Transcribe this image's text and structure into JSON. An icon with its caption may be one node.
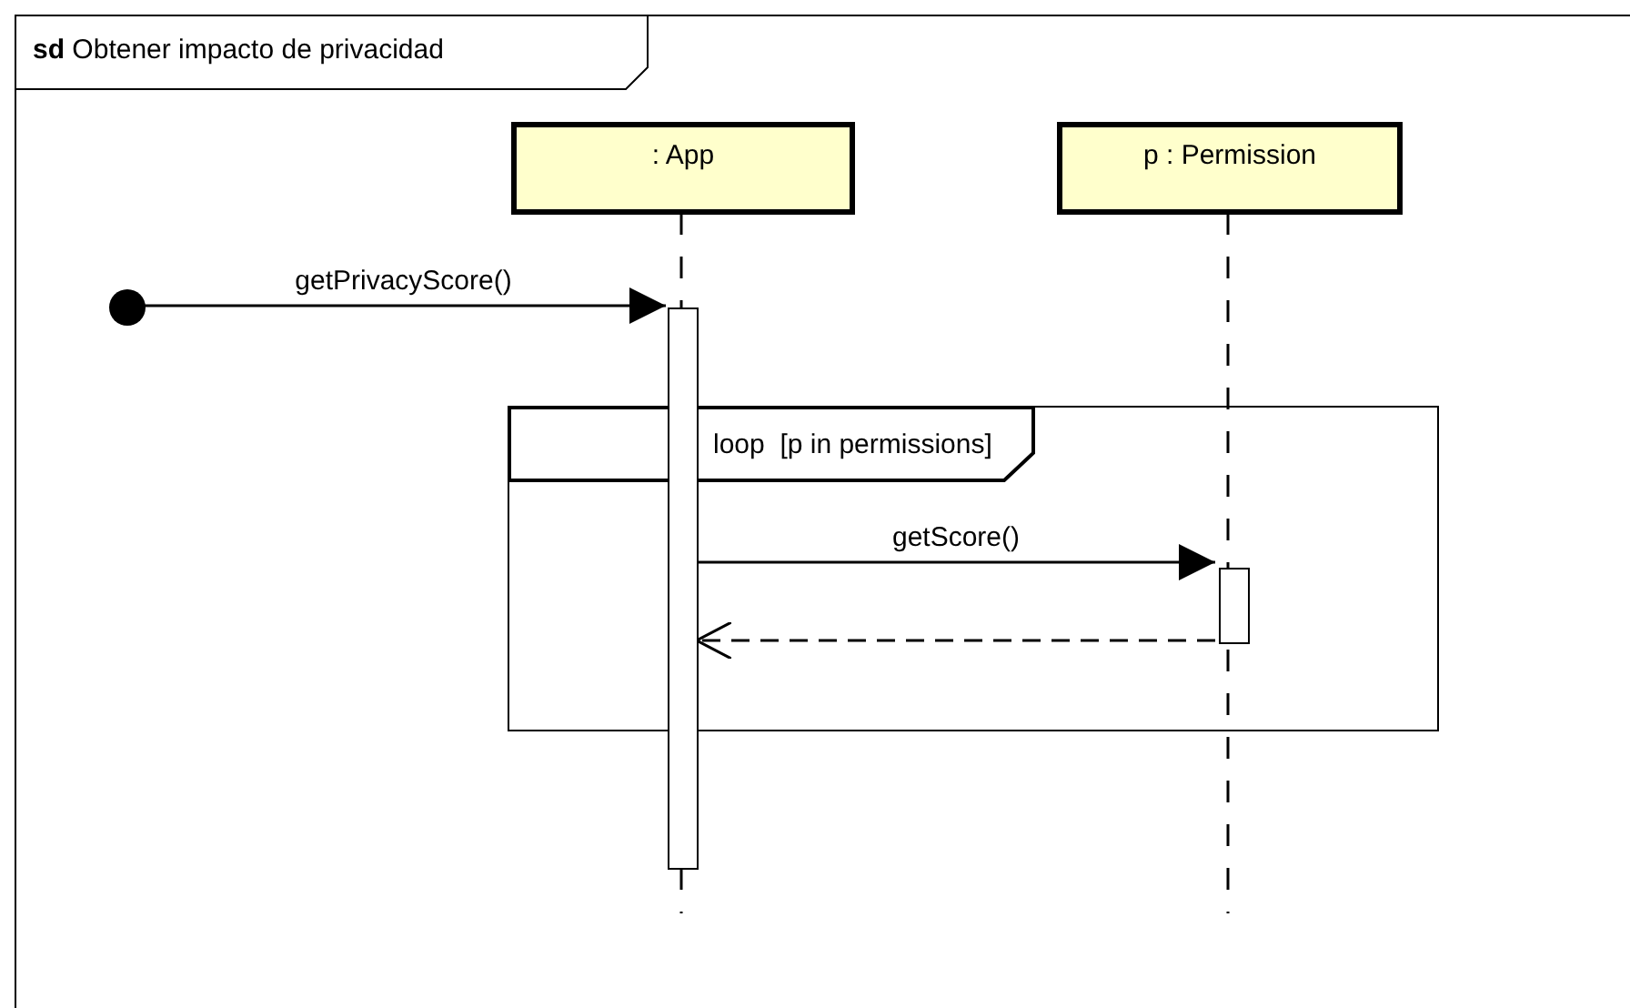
{
  "diagram": {
    "nodes": [
      {
        "text": [
          "**sd** Obtener impacto de privacidad"
        ]
      },
      {
        "text": [
          ": App"
        ],
        "in": 0
      },
      {
        "text": [
          "p : Permission"
        ],
        "in": 0
      },
      {
        "text": [],
        "shape": "circle",
        "in": 0
      },
      {
        "text": [],
        "shape": "bar",
        "in": 0
      },
      {
        "text": [
          "loop  [p in permissions]"
        ],
        "in": 0
      },
      {
        "text": [],
        "shape": "bar",
        "in": 5
      }
    ],
    "edges": [
      {
        "from": 3,
        "to": 4,
        "arrow": "to",
        "label": "getPrivacyScore()"
      },
      {
        "from": 4,
        "to": 6,
        "arrow": "to",
        "label": "getScore()"
      },
      {
        "from": 6,
        "to": 4,
        "arrow": "to",
        "style": "dashed"
      }
    ]
  }
}
